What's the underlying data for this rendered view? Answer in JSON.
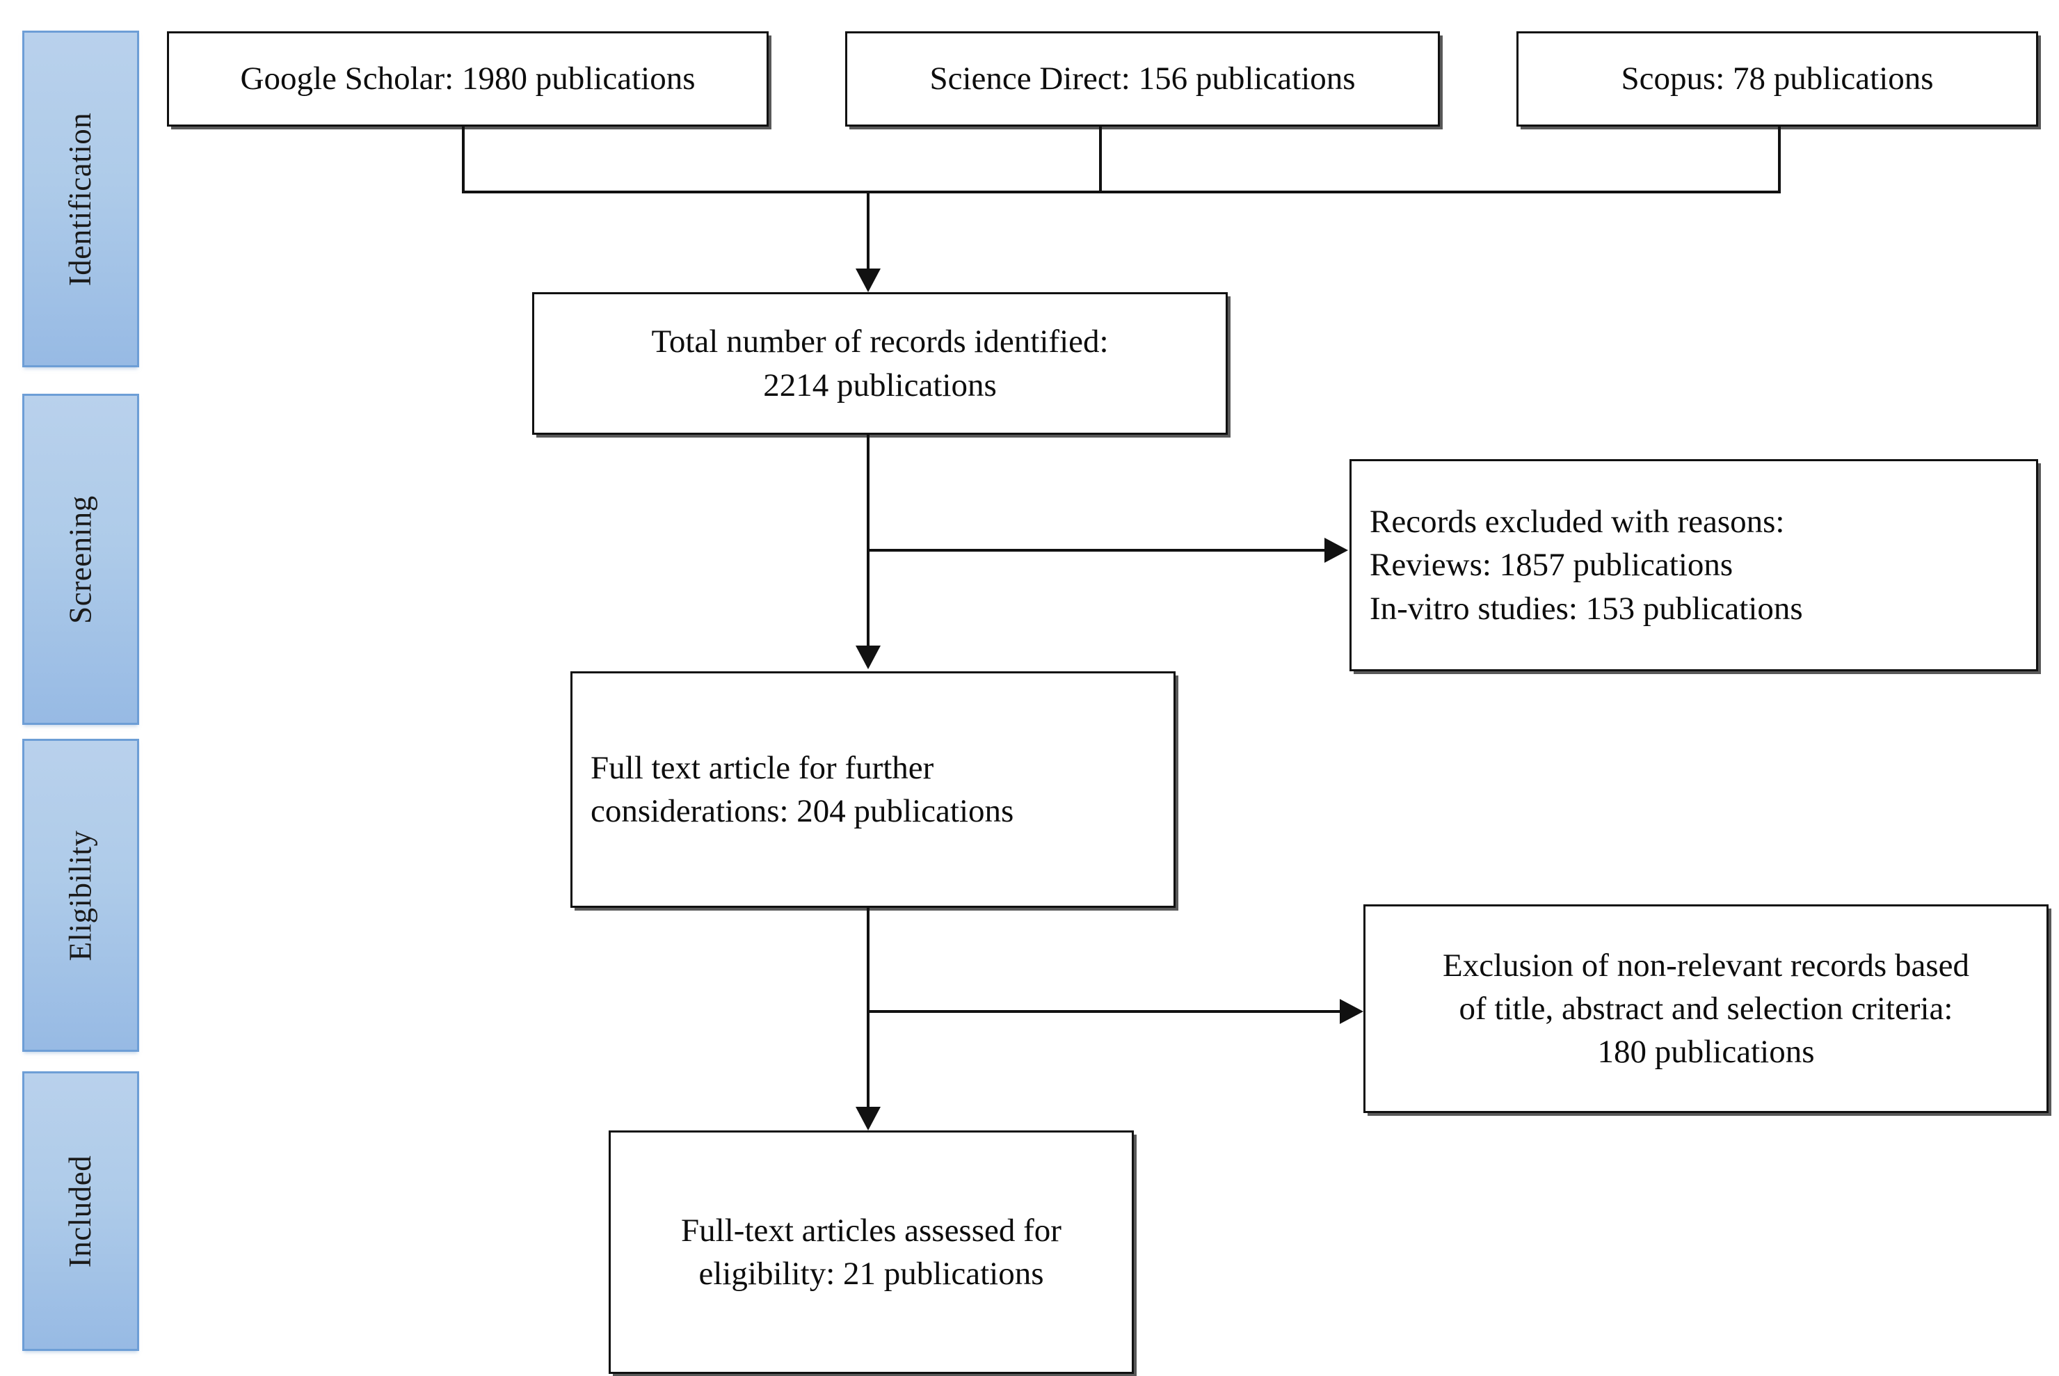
{
  "diagram": {
    "title": "PRISMA study selection flow diagram",
    "colors": {
      "stage_bar_fill_top": "#b9d1ec",
      "stage_bar_fill_bottom": "#97bae4",
      "stage_bar_border": "#6d9ed6",
      "box_border": "#111111",
      "box_fill": "#ffffff",
      "connector": "#111111",
      "text": "#0d0d0d"
    }
  },
  "stages": [
    {
      "id": "identification",
      "label": "Identification"
    },
    {
      "id": "screening",
      "label": "Screening"
    },
    {
      "id": "eligibility",
      "label": "Eligibility"
    },
    {
      "id": "included",
      "label": "Included"
    }
  ],
  "sources": [
    {
      "id": "google-scholar",
      "text": "Google Scholar: 1980 publications",
      "database": "Google Scholar",
      "count": 1980
    },
    {
      "id": "science-direct",
      "text": "Science Direct: 156 publications",
      "database": "Science Direct",
      "count": 156
    },
    {
      "id": "scopus",
      "text": "Scopus: 78 publications",
      "database": "Scopus",
      "count": 78
    }
  ],
  "boxes": {
    "total_identified": {
      "line1": "Total number of records identified:",
      "line2": "2214 publications",
      "count": 2214
    },
    "records_excluded": {
      "line1": "Records excluded with reasons:",
      "line2": "Reviews: 1857 publications",
      "line3": "In-vitro studies: 153 publications",
      "reviews_count": 1857,
      "in_vitro_count": 153
    },
    "full_text_further": {
      "line1": "Full text article for further",
      "line2": "considerations: 204 publications",
      "count": 204
    },
    "exclusion_non_relevant": {
      "line1": "Exclusion of non-relevant records based",
      "line2": "of title, abstract and selection criteria:",
      "line3": "180 publications",
      "count": 180
    },
    "assessed_eligibility": {
      "line1": "Full-text articles assessed for",
      "line2": "eligibility: 21 publications",
      "count": 21
    }
  }
}
